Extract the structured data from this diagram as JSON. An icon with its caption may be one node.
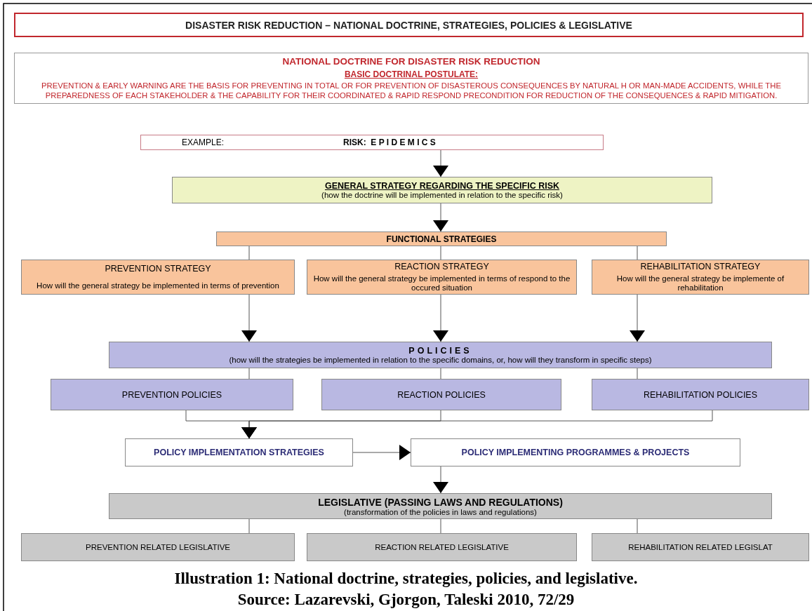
{
  "diagram": {
    "title": "DISASTER RISK REDUCTION – NATIONAL DOCTRINE, STRATEGIES, POLICIES & LEGISLATIVE",
    "caption": "Illustration 1: National doctrine, strategies, policies, and legislative.",
    "nodes": [
      {
        "text": [
          "NATIONAL DOCTRINE FOR DISASTER RISK REDUCTION",
          "BASIC DOCTRINAL POSTULATE:",
          "PREVENTION & EARLY WARNING ARE THE BASIS FOR PREVENTING IN TOTAL OR FOR PREVENTION OF DISASTEROUS CONSEQUENCES BY NATURAL H OR MAN-MADE ACCIDENTS, WHILE THE PREPAREDNESS OF EACH STAKEHOLDER & THE CAPABILITY FOR THEIR COORDINATED & RAPID RESPOND PRECONDITION FOR REDUCTION OF THE CONSEQUENCES & RAPID MITIGATION."
        ]
      },
      {
        "text": [
          "EXAMPLE:",
          "RISK:  E P I D E M I C S"
        ]
      },
      {
        "text": [
          "GENERAL STRATEGY REGARDING THE SPECIFIC RISK",
          "(how the doctrine will be implemented  in relation to the specific risk)"
        ]
      },
      {
        "text": [
          "FUNCTIONAL STRATEGIES"
        ]
      },
      {
        "text": [
          "PREVENTION STRATEGY",
          "How will the general strategy be implemented in terms of prevention"
        ]
      },
      {
        "text": [
          "REACTION STRATEGY",
          "How will the general strategy be implemented in terms of respond to the occured situation"
        ]
      },
      {
        "text": [
          "REHABILITATION STRATEGY",
          "How will the general strategy be implemente of rehabilitation"
        ]
      },
      {
        "text": [
          "POLICIES",
          "(how will the strategies be implemented in relation to the specific domains, or, how will they transform in specific steps)"
        ]
      },
      {
        "text": [
          "PREVENTION POLICIES"
        ]
      },
      {
        "text": [
          "REACTION POLICIES"
        ]
      },
      {
        "text": [
          "REHABILITATION POLICIES"
        ]
      },
      {
        "text": [
          "POLICY IMPLEMENTATION STRATEGIES"
        ]
      },
      {
        "text": [
          "POLICY IMPLEMENTING PROGRAMMES & PROJECTS"
        ]
      },
      {
        "text": [
          "LEGISLATIVE (PASSING LAWS AND REGULATIONS)",
          "(transformation of the policies in laws and regulations)"
        ]
      },
      {
        "text": [
          "PREVENTION RELATED LEGISLATIVE"
        ]
      },
      {
        "text": [
          "REACTION RELATED LEGISLATIVE"
        ]
      },
      {
        "text": [
          "REHABILITATION RELATED LEGISLAT"
        ]
      }
    ],
    "edges": [
      {
        "from": 1,
        "to": 2,
        "arrow": "to"
      },
      {
        "from": 2,
        "to": 3,
        "arrow": "to"
      },
      {
        "from": 3,
        "to": 4,
        "arrow": "none"
      },
      {
        "from": 3,
        "to": 5,
        "arrow": "none"
      },
      {
        "from": 3,
        "to": 6,
        "arrow": "none"
      },
      {
        "from": 4,
        "to": 7,
        "arrow": "to"
      },
      {
        "from": 5,
        "to": 7,
        "arrow": "to"
      },
      {
        "from": 6,
        "to": 7,
        "arrow": "to"
      },
      {
        "from": 7,
        "to": 8,
        "arrow": "none"
      },
      {
        "from": 7,
        "to": 9,
        "arrow": "none"
      },
      {
        "from": 7,
        "to": 10,
        "arrow": "none"
      },
      {
        "from": 8,
        "to": 11,
        "arrow": "to"
      },
      {
        "from": 9,
        "to": 11,
        "arrow": "to"
      },
      {
        "from": 10,
        "to": 11,
        "arrow": "to"
      },
      {
        "from": 11,
        "to": 12,
        "arrow": "to"
      },
      {
        "from": 12,
        "to": 13,
        "arrow": "to"
      },
      {
        "from": 13,
        "to": 14,
        "arrow": "none"
      },
      {
        "from": 13,
        "to": 15,
        "arrow": "none"
      },
      {
        "from": 13,
        "to": 16,
        "arrow": "none"
      }
    ],
    "labels": [
      "Source: Lazarevski, Gjorgon, Taleski 2010, 72/29"
    ]
  }
}
